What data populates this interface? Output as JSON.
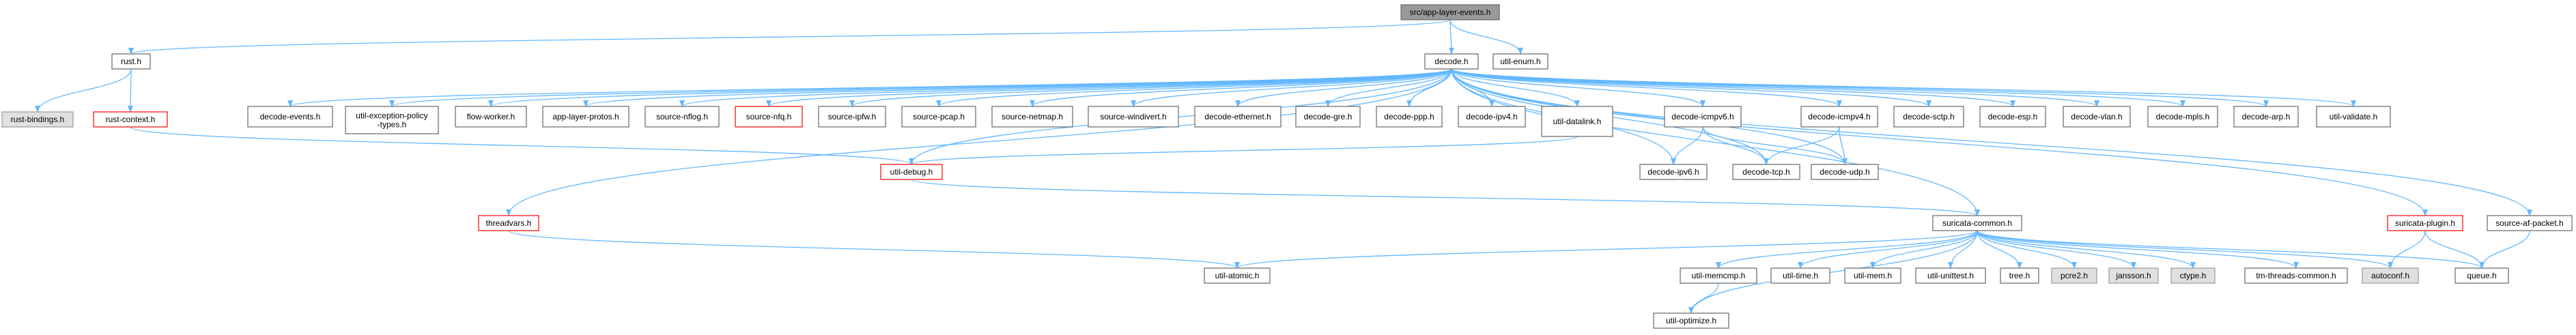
{
  "diagram": {
    "colors": {
      "edge": "#63b8ff",
      "default_fill": "#ffffff",
      "default_stroke": "#666666",
      "root_fill": "#999999",
      "grey_fill": "#e0e0e0",
      "red_stroke": "#ff0000"
    },
    "nodes": [
      {
        "id": "root",
        "label": "src/app-layer-events.h",
        "style": "root"
      },
      {
        "id": "rust",
        "label": "rust.h",
        "style": "default"
      },
      {
        "id": "decode",
        "label": "decode.h",
        "style": "default"
      },
      {
        "id": "utilenum",
        "label": "util-enum.h",
        "style": "default"
      },
      {
        "id": "rustbindings",
        "label": "rust-bindings.h",
        "style": "grey"
      },
      {
        "id": "rustcontext",
        "label": "rust-context.h",
        "style": "red"
      },
      {
        "id": "decodeevents",
        "label": "decode-events.h",
        "style": "default"
      },
      {
        "id": "utilexc",
        "label": "util-exception-policy\n-types.h",
        "style": "default"
      },
      {
        "id": "flowworker",
        "label": "flow-worker.h",
        "style": "default"
      },
      {
        "id": "applayerprotos",
        "label": "app-layer-protos.h",
        "style": "default"
      },
      {
        "id": "sourcenflog",
        "label": "source-nflog.h",
        "style": "default"
      },
      {
        "id": "sourcenfq",
        "label": "source-nfq.h",
        "style": "red"
      },
      {
        "id": "sourceipfw",
        "label": "source-ipfw.h",
        "style": "default"
      },
      {
        "id": "sourcepcap",
        "label": "source-pcap.h",
        "style": "default"
      },
      {
        "id": "sourcenetmap",
        "label": "source-netmap.h",
        "style": "default"
      },
      {
        "id": "sourcewindivert",
        "label": "source-windivert.h",
        "style": "default"
      },
      {
        "id": "decodeethernet",
        "label": "decode-ethernet.h",
        "style": "default"
      },
      {
        "id": "decodegre",
        "label": "decode-gre.h",
        "style": "default"
      },
      {
        "id": "decodeppp",
        "label": "decode-ppp.h",
        "style": "default"
      },
      {
        "id": "decodeipv4",
        "label": "decode-ipv4.h",
        "style": "default"
      },
      {
        "id": "utildatalink",
        "label": "util-datalink.h",
        "style": "default"
      },
      {
        "id": "decodeicmpv6",
        "label": "decode-icmpv6.h",
        "style": "default"
      },
      {
        "id": "decodeicmpv4",
        "label": "decode-icmpv4.h",
        "style": "default"
      },
      {
        "id": "decodesctp",
        "label": "decode-sctp.h",
        "style": "default"
      },
      {
        "id": "decodeesp",
        "label": "decode-esp.h",
        "style": "default"
      },
      {
        "id": "decodevlan",
        "label": "decode-vlan.h",
        "style": "default"
      },
      {
        "id": "decodempls",
        "label": "decode-mpls.h",
        "style": "default"
      },
      {
        "id": "decodearp",
        "label": "decode-arp.h",
        "style": "default"
      },
      {
        "id": "utilvalidate",
        "label": "util-validate.h",
        "style": "default"
      },
      {
        "id": "utildebug",
        "label": "util-debug.h",
        "style": "red"
      },
      {
        "id": "decodeipv6",
        "label": "decode-ipv6.h",
        "style": "default"
      },
      {
        "id": "decodetcp",
        "label": "decode-tcp.h",
        "style": "default"
      },
      {
        "id": "decodeudp",
        "label": "decode-udp.h",
        "style": "default"
      },
      {
        "id": "threadvars",
        "label": "threadvars.h",
        "style": "red"
      },
      {
        "id": "suricatacommon",
        "label": "suricata-common.h",
        "style": "default"
      },
      {
        "id": "suricataplugin",
        "label": "suricata-plugin.h",
        "style": "red"
      },
      {
        "id": "sourceafpacket",
        "label": "source-af-packet.h",
        "style": "default"
      },
      {
        "id": "utilatomic",
        "label": "util-atomic.h",
        "style": "default"
      },
      {
        "id": "utilmemcmp",
        "label": "util-memcmp.h",
        "style": "default"
      },
      {
        "id": "utiltime",
        "label": "util-time.h",
        "style": "default"
      },
      {
        "id": "utilmem",
        "label": "util-mem.h",
        "style": "default"
      },
      {
        "id": "utilunittest",
        "label": "util-unittest.h",
        "style": "default"
      },
      {
        "id": "tree",
        "label": "tree.h",
        "style": "default"
      },
      {
        "id": "pcre2",
        "label": "pcre2.h",
        "style": "grey"
      },
      {
        "id": "jansson",
        "label": "jansson.h",
        "style": "grey"
      },
      {
        "id": "ctype",
        "label": "ctype.h",
        "style": "grey"
      },
      {
        "id": "tmthreads",
        "label": "tm-threads-common.h",
        "style": "default"
      },
      {
        "id": "autoconf",
        "label": "autoconf.h",
        "style": "grey"
      },
      {
        "id": "queue",
        "label": "queue.h",
        "style": "default"
      },
      {
        "id": "utiloptimize",
        "label": "util-optimize.h",
        "style": "default"
      }
    ],
    "edges": [
      [
        "root",
        "rust"
      ],
      [
        "root",
        "decode"
      ],
      [
        "root",
        "utilenum"
      ],
      [
        "rust",
        "rustbindings"
      ],
      [
        "rust",
        "rustcontext"
      ],
      [
        "rustcontext",
        "utildebug"
      ],
      [
        "decode",
        "decodeevents"
      ],
      [
        "decode",
        "utilexc"
      ],
      [
        "decode",
        "flowworker"
      ],
      [
        "decode",
        "applayerprotos"
      ],
      [
        "decode",
        "sourcenflog"
      ],
      [
        "decode",
        "sourcenfq"
      ],
      [
        "decode",
        "sourceipfw"
      ],
      [
        "decode",
        "sourcepcap"
      ],
      [
        "decode",
        "sourcenetmap"
      ],
      [
        "decode",
        "sourcewindivert"
      ],
      [
        "decode",
        "decodeethernet"
      ],
      [
        "decode",
        "decodegre"
      ],
      [
        "decode",
        "decodeppp"
      ],
      [
        "decode",
        "decodeipv4"
      ],
      [
        "decode",
        "utildatalink"
      ],
      [
        "decode",
        "decodeicmpv6"
      ],
      [
        "decode",
        "decodeicmpv4"
      ],
      [
        "decode",
        "decodesctp"
      ],
      [
        "decode",
        "decodeesp"
      ],
      [
        "decode",
        "decodevlan"
      ],
      [
        "decode",
        "decodempls"
      ],
      [
        "decode",
        "decodearp"
      ],
      [
        "decode",
        "utilvalidate"
      ],
      [
        "decode",
        "utildebug"
      ],
      [
        "decode",
        "threadvars"
      ],
      [
        "decode",
        "suricatacommon"
      ],
      [
        "decode",
        "suricataplugin"
      ],
      [
        "decode",
        "sourceafpacket"
      ],
      [
        "decode",
        "decodeipv6"
      ],
      [
        "decode",
        "decodetcp"
      ],
      [
        "decode",
        "decodeudp"
      ],
      [
        "utildatalink",
        "utildebug"
      ],
      [
        "decodeicmpv6",
        "decodeipv6"
      ],
      [
        "decodeicmpv6",
        "decodetcp"
      ],
      [
        "decodeicmpv6",
        "decodeudp"
      ],
      [
        "decodeicmpv4",
        "decodetcp"
      ],
      [
        "decodeicmpv4",
        "decodeudp"
      ],
      [
        "utildebug",
        "suricatacommon"
      ],
      [
        "threadvars",
        "utilatomic"
      ],
      [
        "suricatacommon",
        "utilatomic"
      ],
      [
        "suricatacommon",
        "utilmemcmp"
      ],
      [
        "suricatacommon",
        "utiltime"
      ],
      [
        "suricatacommon",
        "utilmem"
      ],
      [
        "suricatacommon",
        "utilunittest"
      ],
      [
        "suricatacommon",
        "tree"
      ],
      [
        "suricatacommon",
        "pcre2"
      ],
      [
        "suricatacommon",
        "jansson"
      ],
      [
        "suricatacommon",
        "ctype"
      ],
      [
        "suricatacommon",
        "tmthreads"
      ],
      [
        "suricatacommon",
        "autoconf"
      ],
      [
        "suricatacommon",
        "queue"
      ],
      [
        "suricatacommon",
        "utiloptimize"
      ],
      [
        "utilmemcmp",
        "utiloptimize"
      ],
      [
        "suricataplugin",
        "autoconf"
      ],
      [
        "suricataplugin",
        "queue"
      ],
      [
        "sourceafpacket",
        "queue"
      ]
    ]
  }
}
